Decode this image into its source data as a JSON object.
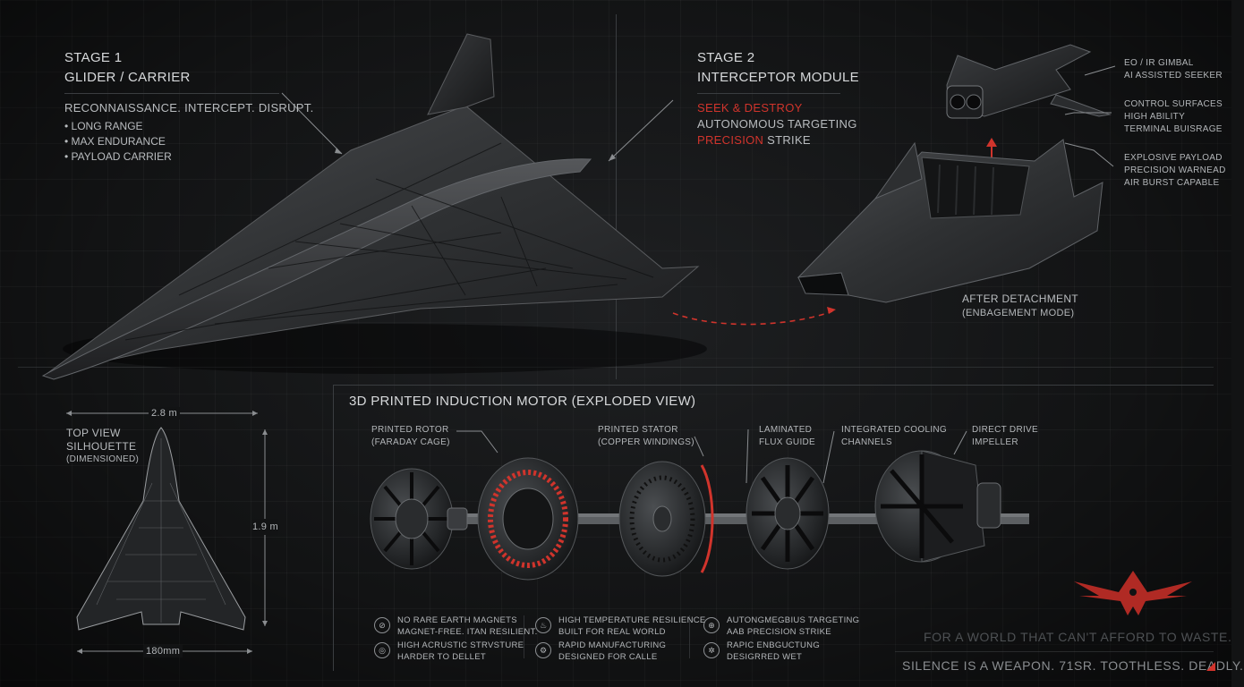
{
  "stage1": {
    "title": "STAGE 1",
    "subtitle": "GLIDER / CARRIER",
    "tagline": "RECONNAISSANCE. INTERCEPT. DISRUPT.",
    "bullets": [
      "LONG RANGE",
      "MAX ENDURANCE",
      "PAYLOAD CARRIER"
    ]
  },
  "stage2": {
    "title": "STAGE 2",
    "subtitle": "INTERCEPTOR MODULE",
    "line1": "SEEK & DESTROY",
    "line2": "AUTONOMOUS TARGETING",
    "line3_red": "PRECISION",
    "line3_rest": " STRIKE"
  },
  "callouts": {
    "seeker": [
      "EO / IR GIMBAL",
      "AI ASSISTED SEEKER"
    ],
    "control": [
      "CONTROL SURFACES",
      "HIGH ABILITY",
      "TERMINAL BUISRAGE"
    ],
    "payload": [
      "EXPLOSIVE PAYLOAD",
      "PRECISION WARNEAD",
      "AIR BURST CAPABLE"
    ]
  },
  "after_detachment": {
    "title": "AFTER DETACHMENT",
    "mode": "(ENBAGEMENT MODE)"
  },
  "top_view": {
    "title1": "TOP VIEW",
    "title2": "SILHOUETTE",
    "title3": "(DIMENSIONED)",
    "width_label": "2.8 m",
    "height_label": "1.9 m",
    "bottom_label": "180mm"
  },
  "motor": {
    "title": "3D PRINTED INDUCTION MOTOR (EXPLODED VIEW)",
    "parts": [
      {
        "l1": "PRINTED ROTOR",
        "l2": "(FARADAY CAGE)"
      },
      {
        "l1": "PRINTED STATOR",
        "l2": "(COPPER WINDINGS)"
      },
      {
        "l1": "LAMINATED",
        "l2": "FLUX GUIDE"
      },
      {
        "l1": "INTEGRATED COOLING",
        "l2": "CHANNELS"
      },
      {
        "l1": "DIRECT DRIVE",
        "l2": "IMPELLER"
      }
    ]
  },
  "features": [
    {
      "icon": "no-icon",
      "glyph": "⊘",
      "l1": "NO RARE EARTH MAGNETS",
      "l2": "MAGNET-FREE. ITAN RESILIENT."
    },
    {
      "icon": "thermo-icon",
      "glyph": "♨",
      "l1": "HIGH TEMPERATURE RESILIENCE",
      "l2": "BUILT FOR REAL WORLD"
    },
    {
      "icon": "target-icon",
      "glyph": "⊕",
      "l1": "AUTONGMEGBIUS TARGETING",
      "l2": "AAB PRECISION STRIKE"
    },
    {
      "icon": "sound-icon",
      "glyph": "◎",
      "l1": "HIGH ACRUSTIC STRVSTURE",
      "l2": "HARDER TO DELLET"
    },
    {
      "icon": "gear-icon",
      "glyph": "⚙",
      "l1": "RAPID MANUFACTURING",
      "l2": "DESIGNED FOR CALLE"
    },
    {
      "icon": "gauge-icon",
      "glyph": "✲",
      "l1": "RAPIC ENBGUCTUNG",
      "l2": "DESIGRRED WET"
    }
  ],
  "slogan1": "FOR A WORLD THAT CAN'T AFFORD TO WASTE.",
  "slogan2": "SILENCE IS A WEAPON. 71SR. TOOTHLESS. DEADLY.",
  "colors": {
    "accent": "#d0342c",
    "background": "#121314",
    "panel": "#3a3d40"
  }
}
